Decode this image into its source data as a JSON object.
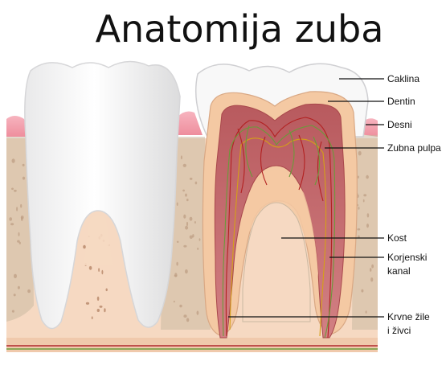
{
  "title": "Anatomija zuba",
  "labels": {
    "enamel": "Caklina",
    "dentin": "Dentin",
    "gum": "Desni",
    "pulp": "Zubna pulpa",
    "bone": "Kost",
    "root_canal_1": "Korjenski",
    "root_canal_2": "kanal",
    "vessels_1": "Krvne žile",
    "vessels_2": "i živci"
  },
  "colors": {
    "bone": "#f6d9c2",
    "bone_edge": "#c9b59d",
    "gum": "#f4a0ad",
    "enamel": "#f8f8f8",
    "dentin": "#f4c9a3",
    "pulp": "#c66a6d",
    "vessel_red": "#b22222",
    "vessel_green": "#6a9a3a"
  }
}
